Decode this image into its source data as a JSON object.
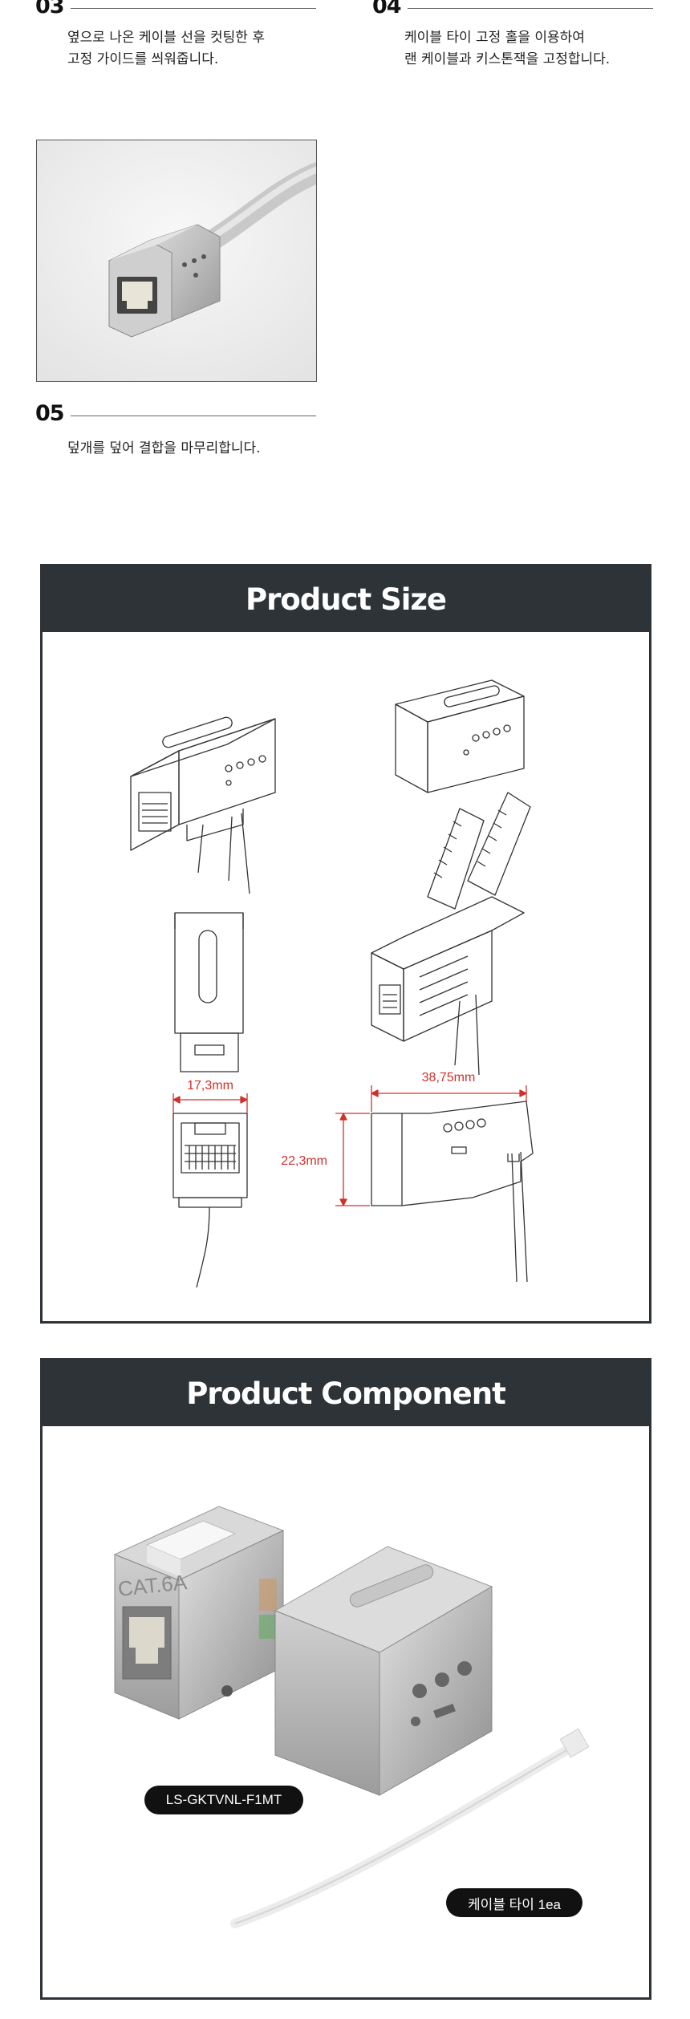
{
  "steps": [
    {
      "num": "03",
      "lines": [
        "옆으로 나온 케이블 선을 컷팅한 후",
        "고정 가이드를 씌워줍니다."
      ]
    },
    {
      "num": "04",
      "lines": [
        "케이블 타이 고정 홀을 이용하여",
        "랜 케이블과 키스톤잭을 고정합니다."
      ]
    },
    {
      "num": "05",
      "lines": [
        "덮개를 덮어 결합을 마무리합니다."
      ]
    }
  ],
  "product_size": {
    "title": "Product Size",
    "dims": {
      "width": "17,3mm",
      "length": "38,75mm",
      "height": "22,3mm"
    }
  },
  "product_component": {
    "title": "Product Component",
    "model_label": "LS-GKTVNL-F1MT",
    "tie_label": "케이블 타이 1ea",
    "jack_print": "CAT.6A"
  }
}
